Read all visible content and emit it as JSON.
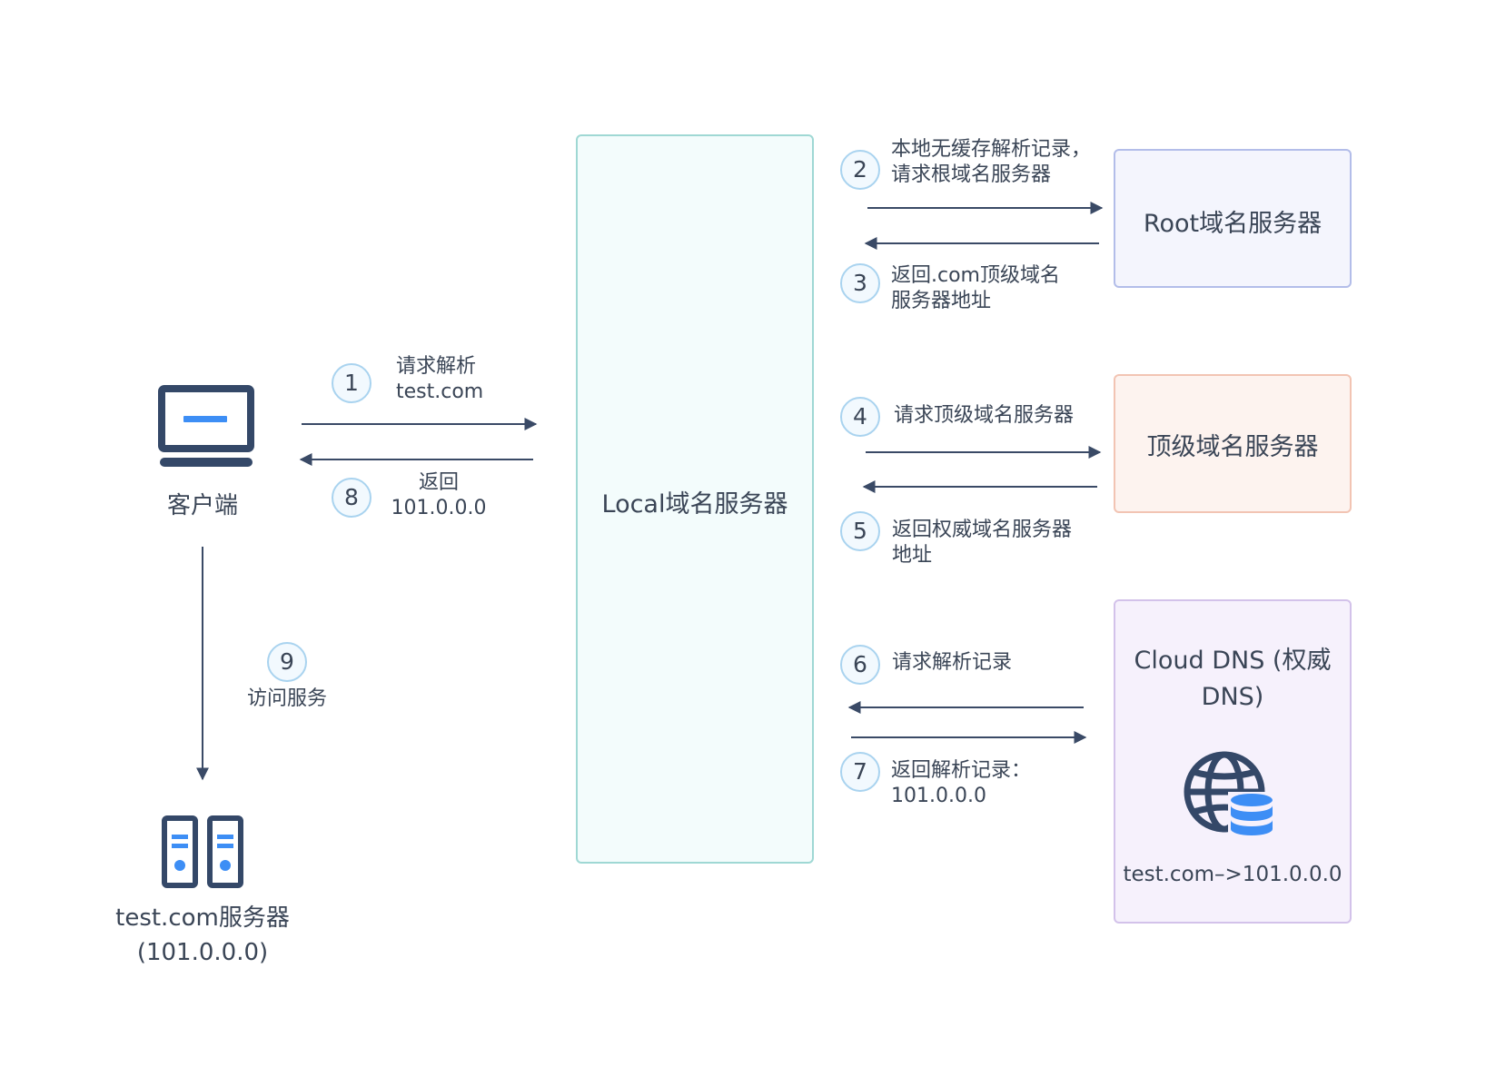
{
  "client": {
    "label": "客户端"
  },
  "web_server": {
    "label_line1": "test.com服务器",
    "label_line2": "(101.0.0.0)"
  },
  "local_dns": {
    "label": "Local域名服务器"
  },
  "root_dns": {
    "label": "Root域名服务器"
  },
  "tld_dns": {
    "label": "顶级域名服务器"
  },
  "cloud_dns": {
    "label_line1": "Cloud DNS (权威",
    "label_line2": "DNS)",
    "record": "test.com–>101.0.0.0"
  },
  "steps": [
    {
      "num": "1",
      "line1": "请求解析",
      "line2": "test.com"
    },
    {
      "num": "2",
      "line1": "本地无缓存解析记录，",
      "line2": "请求根域名服务器"
    },
    {
      "num": "3",
      "line1": "返回.com顶级域名",
      "line2": "服务器地址"
    },
    {
      "num": "4",
      "line1": "请求顶级域名服务器"
    },
    {
      "num": "5",
      "line1": "返回权威域名服务器",
      "line2": "地址"
    },
    {
      "num": "6",
      "line1": "请求解析记录"
    },
    {
      "num": "7",
      "line1": "返回解析记录：",
      "line2": "101.0.0.0"
    },
    {
      "num": "8",
      "line1": "返回",
      "line2": "101.0.0.0"
    },
    {
      "num": "9",
      "line1": "访问服务"
    }
  ],
  "colors": {
    "arrow": "#3a4a66",
    "icon_dark": "#344868",
    "icon_blue": "#3d8ef5",
    "badge_border": "#a9d3ef"
  }
}
